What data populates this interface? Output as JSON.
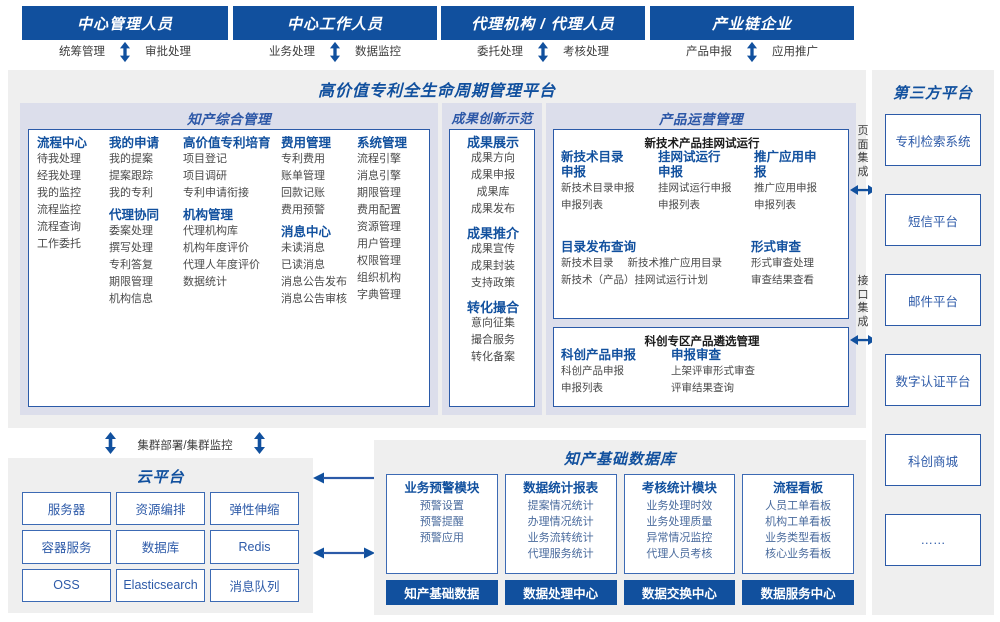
{
  "actors": [
    {
      "title": "中心管理人员",
      "left": "统筹管理",
      "right": "审批处理"
    },
    {
      "title": "中心工作人员",
      "left": "业务处理",
      "right": "数据监控"
    },
    {
      "title": "代理机构 / 代理人员",
      "left": "委托处理",
      "right": "考核处理"
    },
    {
      "title": "产业链企业",
      "left": "产品申报",
      "right": "应用推广"
    }
  ],
  "platform": {
    "title": "高价值专利全生命周期管理平台",
    "groups": {
      "ip_mgmt": {
        "title": "知产综合管理",
        "columns": [
          {
            "sections": [
              {
                "head": "流程中心",
                "items": [
                  "待我处理",
                  "经我处理",
                  "我的监控",
                  "流程监控",
                  "流程查询",
                  "工作委托"
                ]
              }
            ]
          },
          {
            "sections": [
              {
                "head": "我的申请",
                "items": [
                  "我的提案",
                  "提案跟踪",
                  "我的专利"
                ]
              },
              {
                "head": "代理协同",
                "items": [
                  "委案处理",
                  "撰写处理",
                  "专利答复",
                  "期限管理",
                  "机构信息"
                ]
              }
            ]
          },
          {
            "sections": [
              {
                "head": "高价值专利培育",
                "items": [
                  "项目登记",
                  "项目调研",
                  "专利申请衔接"
                ]
              },
              {
                "head": "机构管理",
                "items": [
                  "代理机构库",
                  "机构年度评价",
                  "代理人年度评价",
                  "数据统计"
                ]
              }
            ]
          },
          {
            "sections": [
              {
                "head": "费用管理",
                "items": [
                  "专利费用",
                  "账单管理",
                  "回款记账",
                  "费用预警"
                ]
              },
              {
                "head": "消息中心",
                "items": [
                  "未读消息",
                  "已读消息",
                  "消息公告发布",
                  "消息公告审核"
                ]
              }
            ]
          },
          {
            "sections": [
              {
                "head": "系统管理",
                "items": [
                  "流程引擎",
                  "消息引擎",
                  "期限管理",
                  "费用配置",
                  "资源管理",
                  "用户管理",
                  "权限管理",
                  "组织机构",
                  "字典管理"
                ]
              }
            ]
          }
        ]
      },
      "achievement": {
        "title": "成果创新示范",
        "sections": [
          {
            "head": "成果展示",
            "items": [
              "成果方向",
              "成果申报",
              "成果库",
              "成果发布"
            ]
          },
          {
            "head": "成果推介",
            "items": [
              "成果宣传",
              "成果封装",
              "支持政策"
            ]
          },
          {
            "head": "转化撮合",
            "items": [
              "意向征集",
              "撮合服务",
              "转化备案"
            ]
          }
        ]
      },
      "product_ops": {
        "title": "产品运营管理",
        "panels": [
          {
            "head": "新技术产品挂网试运行",
            "row1": [
              {
                "head": "新技术目录申报",
                "items": [
                  "新技术目录申报",
                  "申报列表"
                ]
              },
              {
                "head": "挂网试运行申报",
                "items": [
                  "挂网试运行申报",
                  "申报列表"
                ]
              },
              {
                "head": "推广应用申报",
                "items": [
                  "推广应用申报",
                  "申报列表"
                ]
              }
            ],
            "row2": [
              {
                "head": "目录发布查询",
                "items": [
                  "新技术目录",
                  "新技术推广应用目录",
                  "新技术（产品）挂网试运行计划"
                ]
              },
              {
                "head": "形式审查",
                "items": [
                  "形式审查处理",
                  "审查结果查看"
                ]
              }
            ]
          },
          {
            "head": "科创专区产品遴选管理",
            "row1": [
              {
                "head": "科创产品申报",
                "items": [
                  "科创产品申报",
                  "申报列表"
                ]
              },
              {
                "head": "申报审查",
                "items": [
                  "上架评审形式审查",
                  "评审结果查询"
                ]
              }
            ]
          }
        ]
      }
    },
    "integration_rail": [
      {
        "label": "页面集成"
      },
      {
        "label": "接口集成"
      }
    ]
  },
  "third_party": {
    "title": "第三方平台",
    "items": [
      "专利检索系统",
      "短信平台",
      "邮件平台",
      "数字认证平台",
      "科创商城",
      "……"
    ]
  },
  "cloud": {
    "cluster_label": "集群部署/集群监控",
    "title": "云平台",
    "cells": [
      "服务器",
      "资源编排",
      "弹性伸缩",
      "容器服务",
      "数据库",
      "Redis",
      "OSS",
      "Elasticsearch",
      "消息队列"
    ]
  },
  "database": {
    "title": "知产基础数据库",
    "cards": [
      {
        "head": "业务预警模块",
        "items": [
          "预警设置",
          "预警提醒",
          "预警应用"
        ],
        "foot": "知产基础数据"
      },
      {
        "head": "数据统计报表",
        "items": [
          "提案情况统计",
          "办理情况统计",
          "业务流转统计",
          "代理服务统计"
        ],
        "foot": "数据处理中心"
      },
      {
        "head": "考核统计模块",
        "items": [
          "业务处理时效",
          "业务处理质量",
          "异常情况监控",
          "代理人员考核"
        ],
        "foot": "数据交换中心"
      },
      {
        "head": "流程看板",
        "items": [
          "人员工单看板",
          "机构工单看板",
          "业务类型看板",
          "核心业务看板"
        ],
        "foot": "数据服务中心"
      }
    ]
  },
  "colors": {
    "brand_dark": "#11509e",
    "brand_mid": "#2b5aa8",
    "group_bg": "#dcdeeb",
    "panel_bg": "#efefef",
    "leaf_text": "#4a4a4a"
  }
}
